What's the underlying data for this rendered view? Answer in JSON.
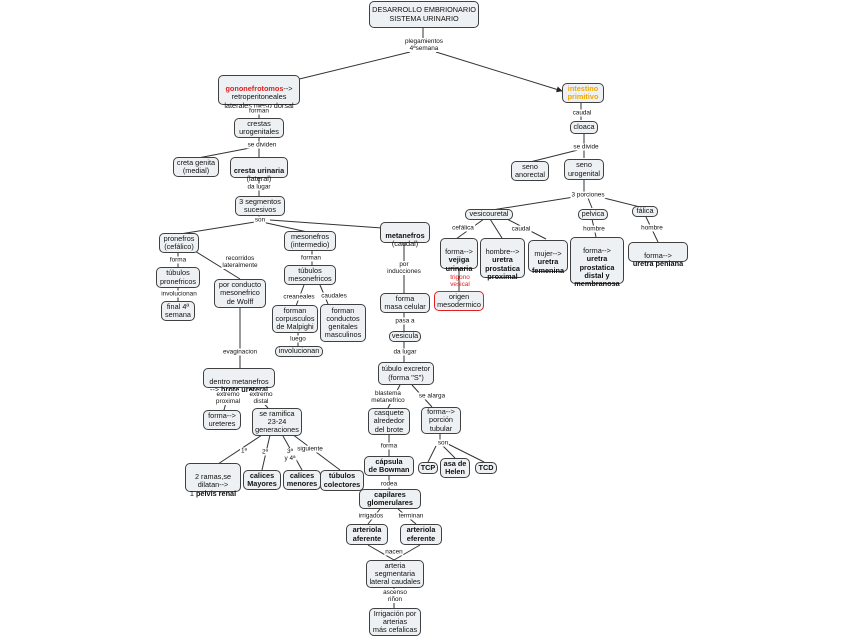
{
  "title": "DESARROLLO EMBRIONARIO\nSISTEMA URINARIO",
  "nodes": {
    "gonon_a": "gononefrotomos",
    "gonon_b": "-->\nretroperitoneales\nlaterales meso dorsal",
    "intestino": "intestino\nprimitivo",
    "crestas": "crestas\nurogenitales",
    "cloaca": "cloaca",
    "creta_genita": "creta genita\n(medial)",
    "cresta_urinaria_a": "cresta urinaria",
    "cresta_urinaria_b": "\n(lateral)",
    "seno_anorectal": "seno\nanorectal",
    "seno_urogenital": "seno\nurogenital",
    "tres_segmentos": "3 segmentos\nsucesivos",
    "vesicouretal": "vesicouretal",
    "pelvica": "pelvica",
    "falica": "fálica",
    "pronefros": "pronefros\n(cefálico)",
    "mesonefros": "mesonefros\n(intermedio)",
    "metanefros_a": "metanefros",
    "metanefros_b": "\n(caudal)",
    "tubulos_pronefricos": "túbulos\npronefricos",
    "tubulos_mesonefricos": "túbulos\nmesonefricos",
    "wolff": "por conducto\nmesonefrico\nde Wolff",
    "final_4": "final 4ª\nsemana",
    "corpusculos": "forman\ncorpusculos\nde Malpighi",
    "conductos": "forman\nconductos\ngenitales\nmasculinos",
    "involucionan": "involucionan",
    "forma_masa": "forma\nmasa celular",
    "vesicula": "vesicula",
    "tubulo_excretor": "túbulo excretor\n(forma \"S\")",
    "vejiga_a": "forma-->\n",
    "vejiga_b": "vejiga\nurinaria",
    "uretra_prox_a": "hombre-->\n",
    "uretra_prox_b": "uretra\nprostatica\nproximal",
    "uretra_fem_a": "mujer-->\n",
    "uretra_fem_b": "uretra\nfemenina",
    "uretra_dist_a": "forma-->\n",
    "uretra_dist_b": "uretra\nprostatica\ndistal y\nmembranosa",
    "uretra_pen_a": "forma-->\n",
    "uretra_pen_b": "uretra peniana",
    "origen_meso": "origen\nmesodermico",
    "brote_a": "dentro metanefros\n-->",
    "brote_b": " brote ureteral",
    "ureteres": "forma-->\nureteres",
    "ramifica": "se ramifica\n23-24\ngeneraciones",
    "casquete": "casquete\nalrededor\ndel brote",
    "porcion_tubular": "forma-->\nporción\ntubular",
    "pelvis_a": "2 ramas,se\ndilatan-->\n1 ",
    "pelvis_b": "pelvis renal",
    "calices_may": "calices\nMayores",
    "calices_men": "calices\nmenores",
    "tubulos_col": "túbulos\ncolectores",
    "capsula": "cápsula\nde Bowman",
    "tcp": "TCP",
    "asa_henle": "asa de\nHelen",
    "tcd": "TCD",
    "capilares": "capilares\nglomerulares",
    "art_aferente": "arteriola\naferente",
    "art_eferente": "arteriola\neferente",
    "arteria_seg": "arteria\nsegmentaria\nlateral caudales",
    "irrigacion": "Irrigación por\narterias\nmás cefalicas"
  },
  "labels": {
    "pleg": "plegamientos\n4ªsemana",
    "forman1": "forman",
    "caudal1": "caudal",
    "sedividen": "se dividen",
    "sedivide": "se divide",
    "dalugar1": "da lugar",
    "tresporciones": "3 porciones",
    "son1": "son",
    "cefalica": "cefálica",
    "caudal2": "caudal",
    "hombre1": "hombre",
    "hombre2": "hombre",
    "forma1": "forma",
    "recorridos": "recorridos\nlateralmente",
    "forman2": "forman",
    "porinducciones": "por\ninducciones",
    "trigono": "trigono\nvesical",
    "involucionan2": "involucionan",
    "creaneales": "creaneales",
    "caudales": "caudales",
    "luego": "luego",
    "pasaa": "pasa a",
    "dalugar2": "da lugar",
    "evaginacion": "evaginacion",
    "blastema": "blastema\nmetanefrico",
    "sealarga": "se alarga",
    "extremo_prox": "extremo\nproximal",
    "extremo_dist": "extremo\ndistal",
    "forma2": "forma",
    "son2": "son",
    "l1": "1ª",
    "l2": "2ª",
    "l3": "3ª\ny 4ª",
    "siguiente": "siguiente",
    "rodea": "rodea",
    "irrigados": "irrigados",
    "terminan": "terminan",
    "nacen": "nacen",
    "ascenso": "ascenso\nriñon"
  }
}
